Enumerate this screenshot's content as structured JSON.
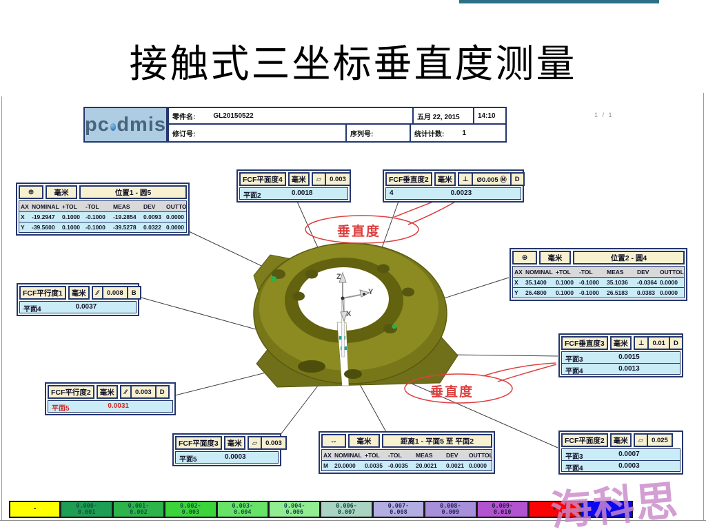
{
  "slide": {
    "title": "接触式三坐标垂直度测量",
    "page_indicator": "1  /  1",
    "watermark": "海科思"
  },
  "report_header": {
    "logo_pc": "pc",
    "logo_dmis": "dmis",
    "part_name_label": "零件名:",
    "part_name_value": "GL20150522",
    "date": "五月 22, 2015",
    "time": "14:10",
    "revision_label": "修订号:",
    "serial_label": "序列号:",
    "stat_count_label": "统计计数:",
    "stat_count_value": "1"
  },
  "dim_columns": [
    "AX",
    "NOMINAL",
    "+TOL",
    "-TOL",
    "MEAS",
    "DEV",
    "OUTTOL"
  ],
  "tables": {
    "pos1": {
      "icon": "⊕",
      "unit": "毫米",
      "title": "位置1 - 圆5",
      "rows": [
        {
          "ax": "X",
          "nominal": "-19.2947",
          "ptol": "0.1000",
          "mtol": "-0.1000",
          "meas": "-19.2854",
          "dev": "0.0093",
          "outtol": "0.0000"
        },
        {
          "ax": "Y",
          "nominal": "-39.5600",
          "ptol": "0.1000",
          "mtol": "-0.1000",
          "meas": "-39.5278",
          "dev": "0.0322",
          "outtol": "0.0000"
        }
      ]
    },
    "pos2": {
      "icon": "⊕",
      "unit": "毫米",
      "title": "位置2 - 圆4",
      "rows": [
        {
          "ax": "X",
          "nominal": "35.1400",
          "ptol": "0.1000",
          "mtol": "-0.1000",
          "meas": "35.1036",
          "dev": "-0.0364",
          "outtol": "0.0000"
        },
        {
          "ax": "Y",
          "nominal": "26.4800",
          "ptol": "0.1000",
          "mtol": "-0.1000",
          "meas": "26.5183",
          "dev": "0.0383",
          "outtol": "0.0000"
        }
      ]
    },
    "dist1": {
      "icon": "↔",
      "unit": "毫米",
      "title": "距离1 - 平面5 至 平面2",
      "rows": [
        {
          "ax": "M",
          "nominal": "20.0000",
          "ptol": "0.0035",
          "mtol": "-0.0035",
          "meas": "20.0021",
          "dev": "0.0021",
          "outtol": "0.0000"
        }
      ]
    },
    "fcf_flat4": {
      "name": "FCF平面度4",
      "unit": "毫米",
      "symbol": "▱",
      "tol": "0.003",
      "rows": [
        {
          "feature": "平面2",
          "value": "0.0018",
          "out": false
        }
      ]
    },
    "fcf_perp2": {
      "name": "FCF垂直度2",
      "unit": "毫米",
      "symbol": "⊥",
      "tol": "Ø0.005 Ⓜ",
      "datum": "D",
      "rows": [
        {
          "feature": "4",
          "value": "0.0023",
          "out": false
        }
      ]
    },
    "fcf_perp3": {
      "name": "FCF垂直度3",
      "unit": "毫米",
      "symbol": "⊥",
      "tol": "0.01",
      "datum": "D",
      "rows": [
        {
          "feature": "平面3",
          "value": "0.0015",
          "out": false
        },
        {
          "feature": "平面4",
          "value": "0.0013",
          "out": false
        }
      ]
    },
    "fcf_par1": {
      "name": "FCF平行度1",
      "unit": "毫米",
      "symbol": "∕∕",
      "tol": "0.008",
      "datum": "B",
      "rows": [
        {
          "feature": "平面4",
          "value": "0.0037",
          "out": false
        }
      ]
    },
    "fcf_par2": {
      "name": "FCF平行度2",
      "unit": "毫米",
      "symbol": "∕∕",
      "tol": "0.003",
      "datum": "D",
      "rows": [
        {
          "feature": "平面5",
          "value": "0.0031",
          "out": true
        }
      ]
    },
    "fcf_flat3": {
      "name": "FCF平面度3",
      "unit": "毫米",
      "symbol": "▱",
      "tol": "0.003",
      "rows": [
        {
          "feature": "平面5",
          "value": "0.0003",
          "out": false
        }
      ]
    },
    "fcf_flat2": {
      "name": "FCF平面度2",
      "unit": "毫米",
      "symbol": "▱",
      "tol": "0.025",
      "rows": [
        {
          "feature": "平面3",
          "value": "0.0007",
          "out": false
        },
        {
          "feature": "平面4",
          "value": "0.0003",
          "out": false
        }
      ]
    }
  },
  "callouts": {
    "c1": "垂直度",
    "c2": "垂直度"
  },
  "axis_triad": {
    "x": "X",
    "y": "Y",
    "z": "Z"
  },
  "color_scale": [
    {
      "label": "-",
      "label2": "",
      "color": "#ffff00"
    },
    {
      "label": "0.000-",
      "label2": "0.001",
      "color": "#1e9e54"
    },
    {
      "label": "0.001-",
      "label2": "0.002",
      "color": "#2db44a"
    },
    {
      "label": "0.002-",
      "label2": "0.003",
      "color": "#3bd53b"
    },
    {
      "label": "0.003-",
      "label2": "0.004",
      "color": "#67e467"
    },
    {
      "label": "0.004-",
      "label2": "0.006",
      "color": "#92ec92"
    },
    {
      "label": "0.006-",
      "label2": "0.007",
      "color": "#a9d3c3"
    },
    {
      "label": "0.007-",
      "label2": "0.008",
      "color": "#b2aee2"
    },
    {
      "label": "0.008-",
      "label2": "0.009",
      "color": "#a78fdc"
    },
    {
      "label": "0.009-",
      "label2": "0.010",
      "color": "#b253cf"
    },
    {
      "label": "+",
      "label2": "",
      "color": "#fb0205"
    },
    {
      "label": "",
      "label2": "",
      "color": "#0b07f0"
    }
  ],
  "colors": {
    "top_bar": "#2e6f86",
    "table_border": "#24366e",
    "table_data_bg": "#c9ecf6",
    "table_head_bg": "#f8f1cf",
    "callout_red": "#dd4040",
    "model_olive": "#7c7c18",
    "watermark_pink": "#c98ac9"
  }
}
